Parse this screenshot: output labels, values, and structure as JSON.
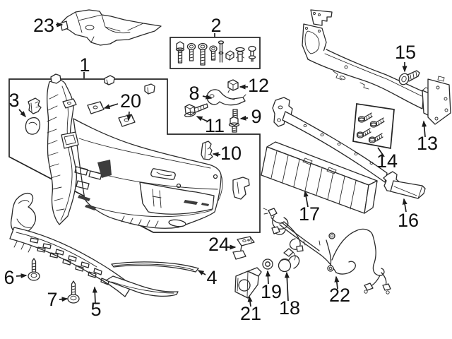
{
  "page": {
    "background": "#ffffff",
    "line_color": "#2a2a2a",
    "label_color": "#101010",
    "dark_fill": "#3d3d3d"
  },
  "callouts": [
    {
      "num": "1"
    },
    {
      "num": "2"
    },
    {
      "num": "3"
    },
    {
      "num": "4"
    },
    {
      "num": "5"
    },
    {
      "num": "6"
    },
    {
      "num": "7"
    },
    {
      "num": "8"
    },
    {
      "num": "9"
    },
    {
      "num": "10"
    },
    {
      "num": "11"
    },
    {
      "num": "12"
    },
    {
      "num": "13"
    },
    {
      "num": "14"
    },
    {
      "num": "15"
    },
    {
      "num": "16"
    },
    {
      "num": "17"
    },
    {
      "num": "18"
    },
    {
      "num": "19"
    },
    {
      "num": "20"
    },
    {
      "num": "21"
    },
    {
      "num": "22"
    },
    {
      "num": "23"
    },
    {
      "num": "24"
    }
  ]
}
